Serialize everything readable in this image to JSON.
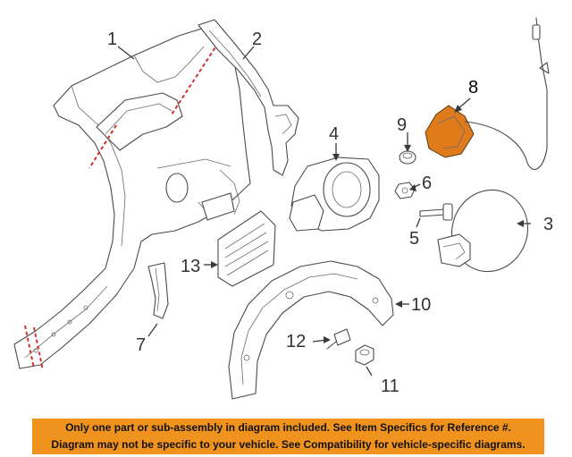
{
  "callouts": {
    "c1": "1",
    "c2": "2",
    "c3": "3",
    "c4": "4",
    "c5": "5",
    "c6": "6",
    "c7": "7",
    "c8": "8",
    "c9": "9",
    "c10": "10",
    "c11": "11",
    "c12": "12",
    "c13": "13"
  },
  "highlight_part": "8",
  "colors": {
    "highlight": "#e07b1c",
    "footer_background": "#f0921e",
    "cut_lines": "#d0322a",
    "line_art": "#4a4a4a"
  },
  "footer": {
    "line1": "Only one part or sub-assembly in diagram included. See Item Specifics for Reference #.",
    "line2": "Diagram may not be specific to your vehicle. See Compatibility for vehicle-specific diagrams."
  }
}
